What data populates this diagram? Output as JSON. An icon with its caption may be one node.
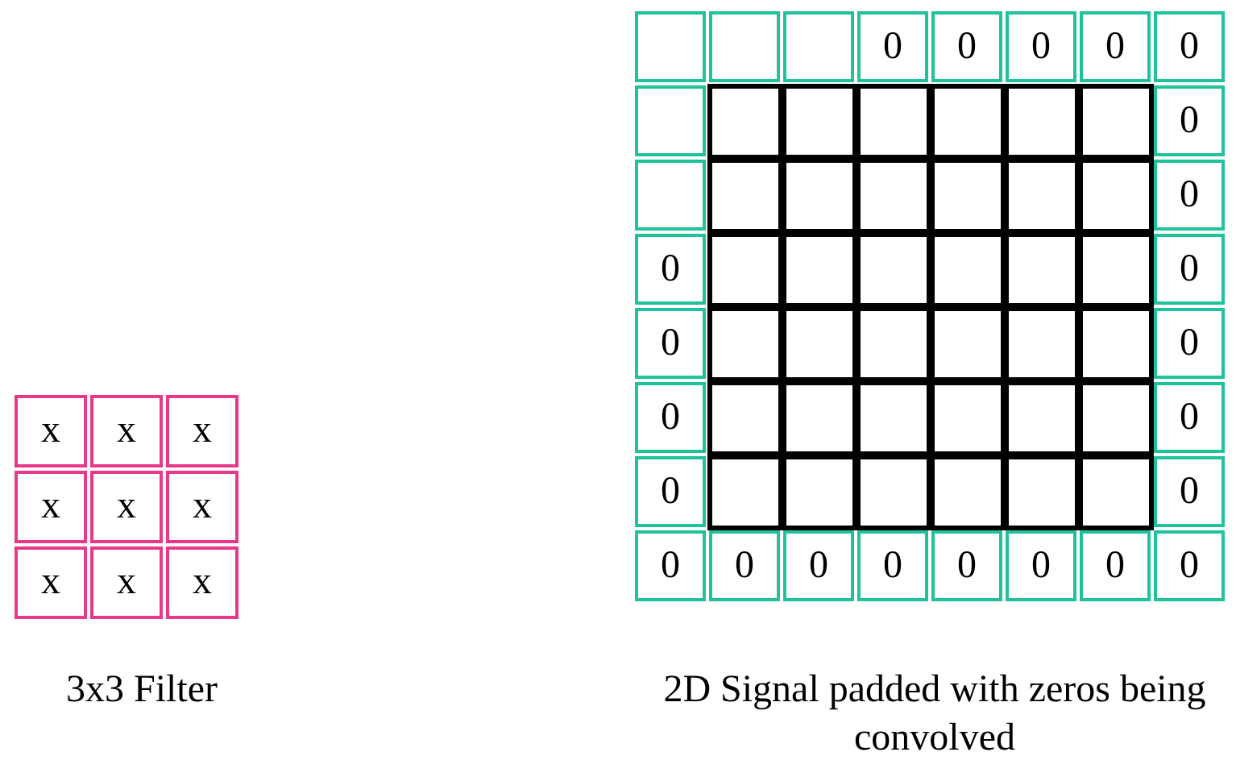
{
  "diagram": {
    "labels": [
      "x",
      "x",
      "x",
      "x",
      "x",
      "x",
      "x",
      "x",
      "x",
      "3x3 Filter",
      "0",
      "0",
      "0",
      "0",
      "0",
      "0",
      "0",
      "0",
      "0",
      "0",
      "0",
      "0",
      "0",
      "0",
      "0",
      "0",
      "0",
      "0",
      "0",
      "0",
      "0",
      "0",
      "0",
      "2D Signal padded with zeros being convolved"
    ]
  }
}
